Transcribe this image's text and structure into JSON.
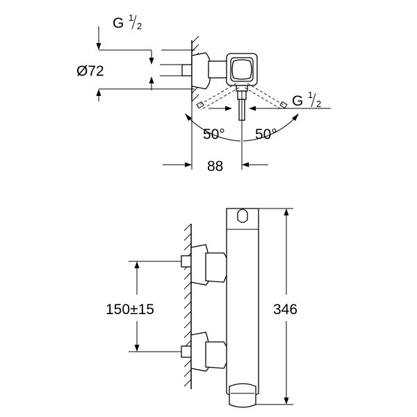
{
  "labels": {
    "thread_top_prefix": "G",
    "thread_top_num": "1",
    "thread_top_den": "2",
    "diameter": "Ø72",
    "thread_side_prefix": "G",
    "thread_side_num": "1",
    "thread_side_den": "2",
    "angle_left": "50°",
    "angle_right": "50°",
    "depth": "88",
    "spacing": "150±15",
    "height": "346"
  }
}
